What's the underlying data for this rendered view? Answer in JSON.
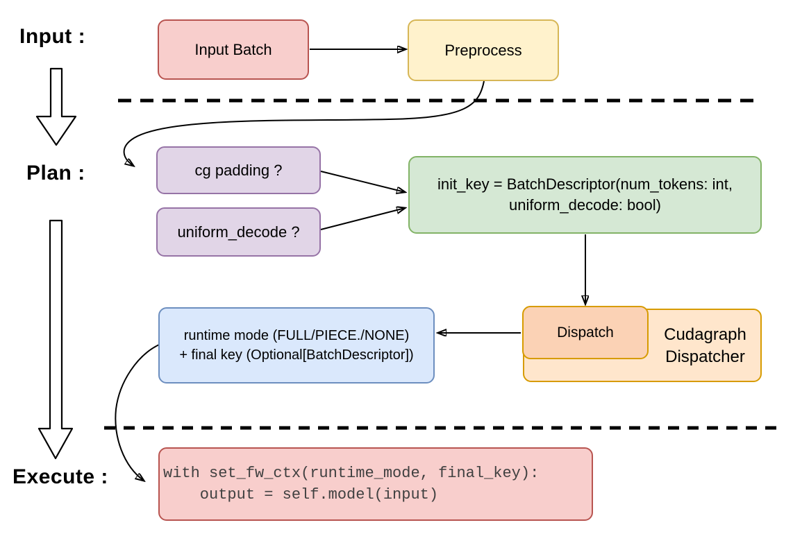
{
  "stages": {
    "input": "Input :",
    "plan": "Plan :",
    "execute": "Execute :"
  },
  "nodes": {
    "input_batch": {
      "label": "Input Batch",
      "fill": "#f8cecc",
      "border": "#b85450"
    },
    "preprocess": {
      "label": "Preprocess",
      "fill": "#fff2cc",
      "border": "#d6b656"
    },
    "cg_padding": {
      "label": "cg padding ?",
      "fill": "#e1d5e7",
      "border": "#9673a6"
    },
    "uniform_decode": {
      "label": "uniform_decode ?",
      "fill": "#e1d5e7",
      "border": "#9673a6"
    },
    "init_key": {
      "line1": "init_key = BatchDescriptor(num_tokens: int,",
      "line2": "uniform_decode: bool)",
      "fill": "#d5e8d4",
      "border": "#82b366"
    },
    "runtime": {
      "line1": "runtime mode (FULL/PIECE./NONE)",
      "line2": "+ final key (Optional[BatchDescriptor])",
      "fill": "#dae8fc",
      "border": "#6c8ebf"
    },
    "dispatch": {
      "label": "Dispatch",
      "fill": "#fbd2b5",
      "border": "#d79b00"
    },
    "cudagraph_dispatcher": {
      "line1": "Cudagraph",
      "line2": "Dispatcher",
      "fill": "#ffe6cc",
      "border": "#d79b00"
    },
    "execute_code": {
      "line1": "with set_fw_ctx(runtime_mode, final_key):",
      "line2": "    output = self.model(input)",
      "fill": "#f8cecc",
      "border": "#b85450"
    }
  }
}
